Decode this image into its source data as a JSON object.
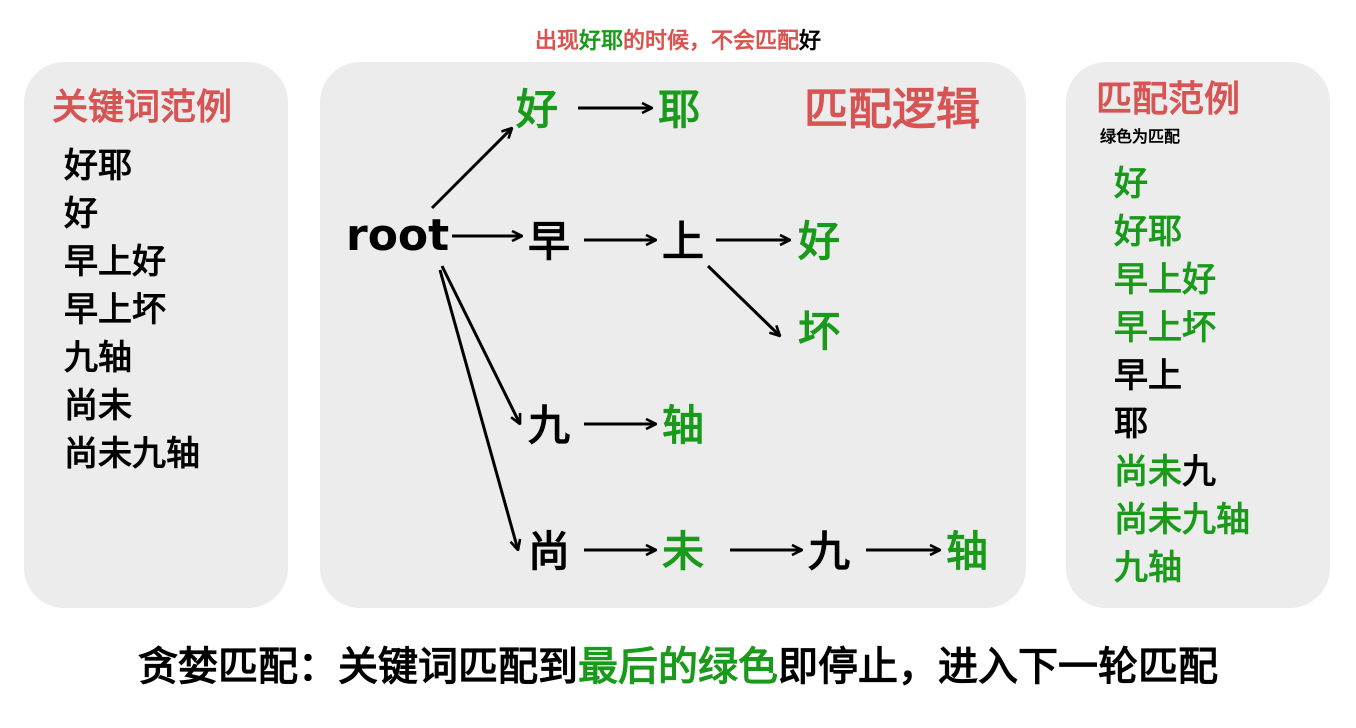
{
  "top_note": [
    {
      "text": "出现",
      "color": "red"
    },
    {
      "text": "好耶",
      "color": "green"
    },
    {
      "text": "的时候，不会匹配",
      "color": "red"
    },
    {
      "text": "好",
      "color": "black"
    }
  ],
  "left_panel": {
    "title": "关键词范例",
    "items": [
      "好耶",
      "好",
      "早上好",
      "早上坏",
      "九轴",
      "尚未",
      "尚未九轴"
    ]
  },
  "middle_panel": {
    "title": "匹配逻辑",
    "nodes": {
      "root": "root",
      "hao1": "好",
      "ye": "耶",
      "zao": "早",
      "shang": "上",
      "hao2": "好",
      "huai": "坏",
      "jiu1": "九",
      "zhou1": "轴",
      "shang2": "尚",
      "wei": "未",
      "jiu2": "九",
      "zhou2": "轴"
    }
  },
  "right_panel": {
    "title": "匹配范例",
    "subtitle": "绿色为匹配",
    "items": [
      [
        {
          "text": "好",
          "color": "green"
        }
      ],
      [
        {
          "text": "好耶",
          "color": "green"
        }
      ],
      [
        {
          "text": "早上好",
          "color": "green"
        }
      ],
      [
        {
          "text": "早上坏",
          "color": "green"
        }
      ],
      [
        {
          "text": "早上",
          "color": "black"
        }
      ],
      [
        {
          "text": "耶",
          "color": "black"
        }
      ],
      [
        {
          "text": "尚未",
          "color": "green"
        },
        {
          "text": "九",
          "color": "black"
        }
      ],
      [
        {
          "text": "尚未九轴",
          "color": "green"
        }
      ],
      [
        {
          "text": "九轴",
          "color": "green"
        }
      ]
    ]
  },
  "bottom_note": [
    {
      "text": "贪婪匹配：关键词匹配到",
      "color": "black"
    },
    {
      "text": "最后的绿色",
      "color": "green"
    },
    {
      "text": "即停止，进入下一轮匹配",
      "color": "black"
    }
  ],
  "colors": {
    "red": "#d75454",
    "green": "#1a9a1a",
    "black": "#000000"
  }
}
